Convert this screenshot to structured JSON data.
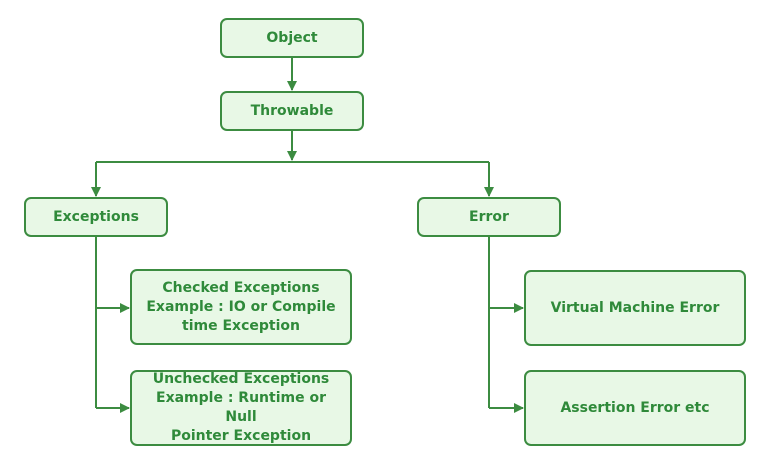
{
  "nodes": {
    "object": "Object",
    "throwable": "Throwable",
    "exceptions": "Exceptions",
    "error": "Error",
    "checked": "Checked Exceptions\nExample : IO or Compile\ntime Exception",
    "unchecked": "Unchecked Exceptions\nExample : Runtime or Null\nPointer Exception",
    "virtual_machine_error": "Virtual Machine Error",
    "assertion_error": "Assertion Error etc"
  },
  "colors": {
    "border": "#3c8c41",
    "fill": "#e8f8e6",
    "text": "#2f8a3a"
  }
}
